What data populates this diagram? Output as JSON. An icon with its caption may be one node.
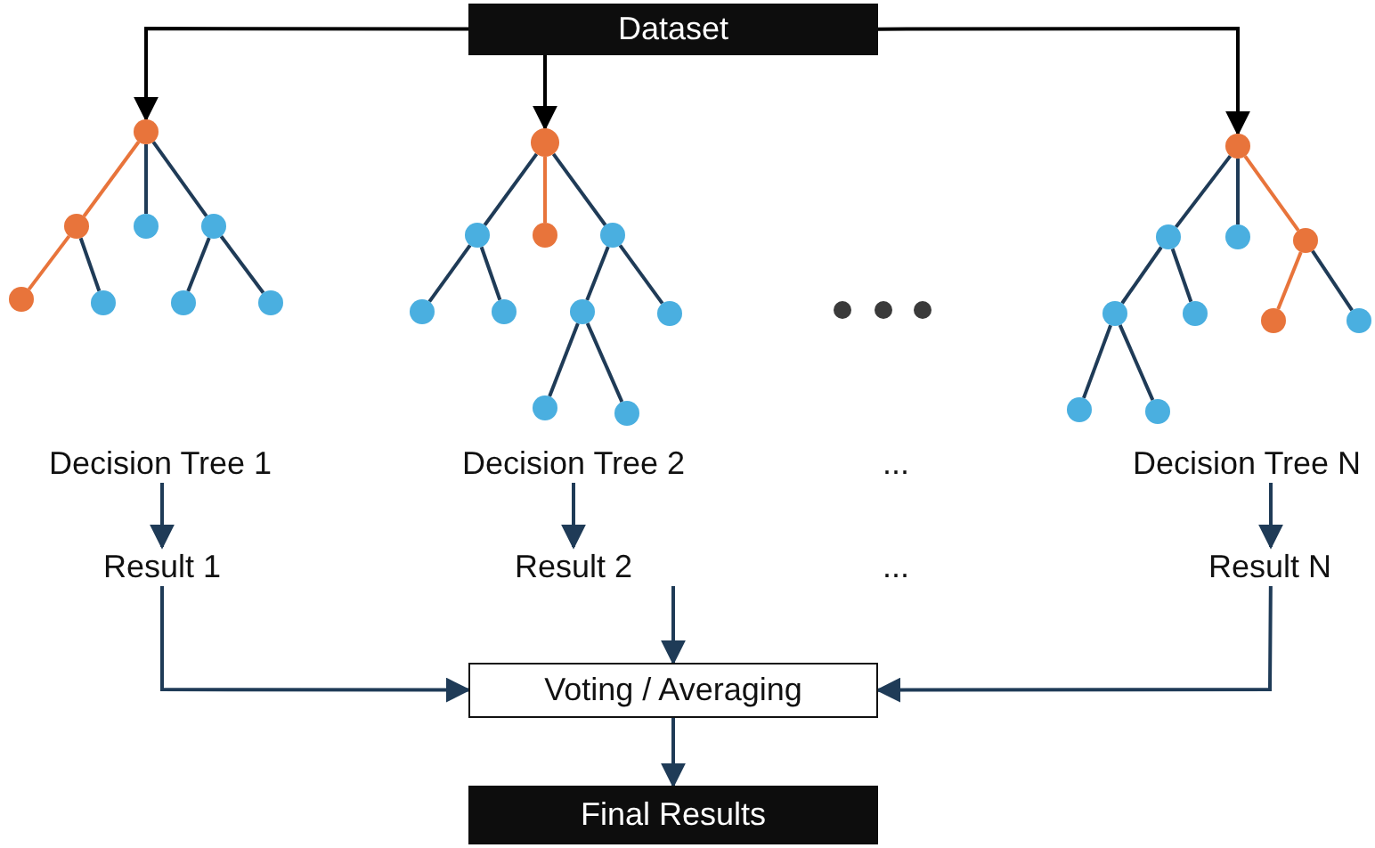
{
  "diagram": {
    "nodes": [
      {
        "text": [
          "Dataset"
        ]
      },
      {
        "text": [],
        "shape": "circle"
      },
      {
        "text": [],
        "shape": "circle"
      },
      {
        "text": [],
        "shape": "circle"
      },
      {
        "text": [],
        "shape": "circle"
      },
      {
        "text": [],
        "shape": "circle"
      },
      {
        "text": [],
        "shape": "circle"
      },
      {
        "text": [],
        "shape": "circle"
      },
      {
        "text": [],
        "shape": "circle"
      },
      {
        "text": [],
        "shape": "circle"
      },
      {
        "text": [],
        "shape": "circle"
      },
      {
        "text": [],
        "shape": "circle"
      },
      {
        "text": [],
        "shape": "circle"
      },
      {
        "text": [],
        "shape": "circle"
      },
      {
        "text": [],
        "shape": "circle"
      },
      {
        "text": [],
        "shape": "circle"
      },
      {
        "text": [],
        "shape": "circle"
      },
      {
        "text": [],
        "shape": "circle"
      },
      {
        "text": [],
        "shape": "circle"
      },
      {
        "text": [],
        "shape": "circle"
      },
      {
        "text": [],
        "shape": "circle"
      },
      {
        "text": [],
        "shape": "circle"
      },
      {
        "text": [],
        "shape": "circle"
      },
      {
        "text": [],
        "shape": "circle"
      },
      {
        "text": [],
        "shape": "circle"
      },
      {
        "text": [],
        "shape": "circle"
      },
      {
        "text": [],
        "shape": "circle"
      },
      {
        "text": [],
        "shape": "circle"
      },
      {
        "text": [],
        "shape": "circle"
      },
      {
        "text": [
          "Decision Tree 1"
        ]
      },
      {
        "text": [
          "Decision Tree 2"
        ]
      },
      {
        "text": [
          "..."
        ]
      },
      {
        "text": [
          "Decision Tree N"
        ]
      },
      {
        "text": [
          "Result 1"
        ]
      },
      {
        "text": [
          "Result 2"
        ]
      },
      {
        "text": [
          "..."
        ]
      },
      {
        "text": [
          "Result N"
        ]
      },
      {
        "text": [
          "Voting / Averaging"
        ]
      },
      {
        "text": [
          "Final Results"
        ]
      }
    ],
    "edges": [
      {
        "from": 0,
        "to": 1,
        "arrow": "to",
        "color": "#000000"
      },
      {
        "from": 0,
        "to": 9,
        "arrow": "to",
        "color": "#000000"
      },
      {
        "from": 0,
        "to": 19,
        "arrow": "to",
        "color": "#000000"
      },
      {
        "from": 1,
        "to": 2,
        "arrow": "none",
        "color": "#e8743b"
      },
      {
        "from": 1,
        "to": 3,
        "arrow": "none"
      },
      {
        "from": 1,
        "to": 4,
        "arrow": "none"
      },
      {
        "from": 2,
        "to": 5,
        "arrow": "none",
        "color": "#e8743b"
      },
      {
        "from": 2,
        "to": 6,
        "arrow": "none"
      },
      {
        "from": 4,
        "to": 7,
        "arrow": "none"
      },
      {
        "from": 4,
        "to": 8,
        "arrow": "none"
      },
      {
        "from": 9,
        "to": 10,
        "arrow": "none"
      },
      {
        "from": 9,
        "to": 11,
        "arrow": "none",
        "color": "#e8743b"
      },
      {
        "from": 9,
        "to": 12,
        "arrow": "none"
      },
      {
        "from": 10,
        "to": 13,
        "arrow": "none"
      },
      {
        "from": 10,
        "to": 14,
        "arrow": "none"
      },
      {
        "from": 12,
        "to": 15,
        "arrow": "none"
      },
      {
        "from": 12,
        "to": 16,
        "arrow": "none"
      },
      {
        "from": 15,
        "to": 17,
        "arrow": "none"
      },
      {
        "from": 15,
        "to": 18,
        "arrow": "none"
      },
      {
        "from": 19,
        "to": 20,
        "arrow": "none"
      },
      {
        "from": 19,
        "to": 21,
        "arrow": "none"
      },
      {
        "from": 19,
        "to": 22,
        "arrow": "none",
        "color": "#e8743b"
      },
      {
        "from": 20,
        "to": 23,
        "arrow": "none"
      },
      {
        "from": 20,
        "to": 24,
        "arrow": "none"
      },
      {
        "from": 22,
        "to": 25,
        "arrow": "none",
        "color": "#e8743b"
      },
      {
        "from": 22,
        "to": 26,
        "arrow": "none"
      },
      {
        "from": 23,
        "to": 27,
        "arrow": "none"
      },
      {
        "from": 23,
        "to": 28,
        "arrow": "none"
      },
      {
        "from": 29,
        "to": 33,
        "arrow": "to"
      },
      {
        "from": 30,
        "to": 34,
        "arrow": "to"
      },
      {
        "from": 32,
        "to": 36,
        "arrow": "to"
      },
      {
        "from": 33,
        "to": 37,
        "arrow": "to"
      },
      {
        "from": 34,
        "to": 37,
        "arrow": "to"
      },
      {
        "from": 36,
        "to": 37,
        "arrow": "to"
      },
      {
        "from": 37,
        "to": 38,
        "arrow": "to"
      }
    ]
  }
}
